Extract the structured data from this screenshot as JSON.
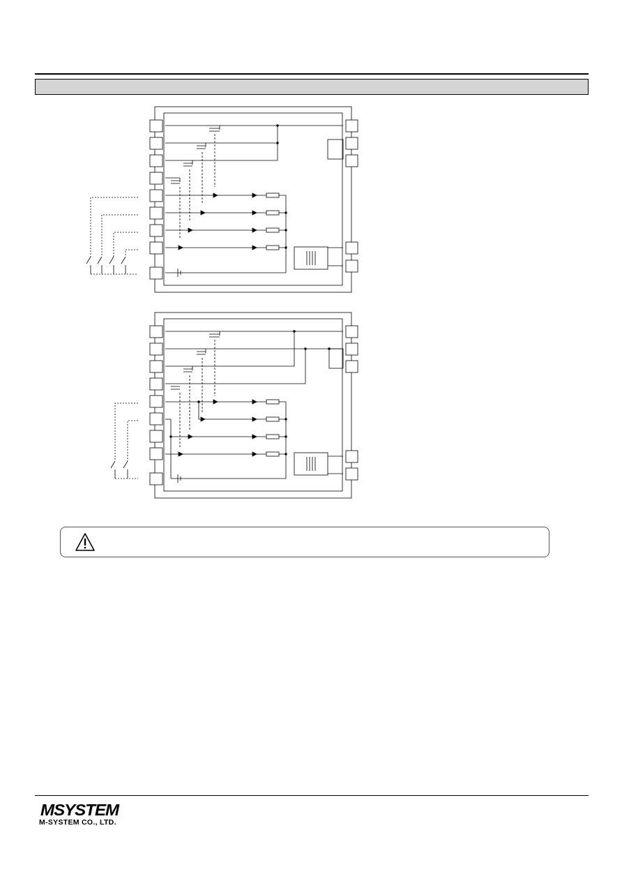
{
  "header": {
    "section_title": ""
  },
  "diagrams": [
    {
      "id": "wiring-diagram-1",
      "left_terminals": 9,
      "right_terminals": 5
    },
    {
      "id": "wiring-diagram-2",
      "left_terminals": 9,
      "right_terminals": 5
    }
  ],
  "caution": {
    "icon": "warning-triangle-icon",
    "text": ""
  },
  "footer": {
    "logo_text": "MSYSTEM",
    "company_name": "M-SYSTEM CO., LTD."
  }
}
